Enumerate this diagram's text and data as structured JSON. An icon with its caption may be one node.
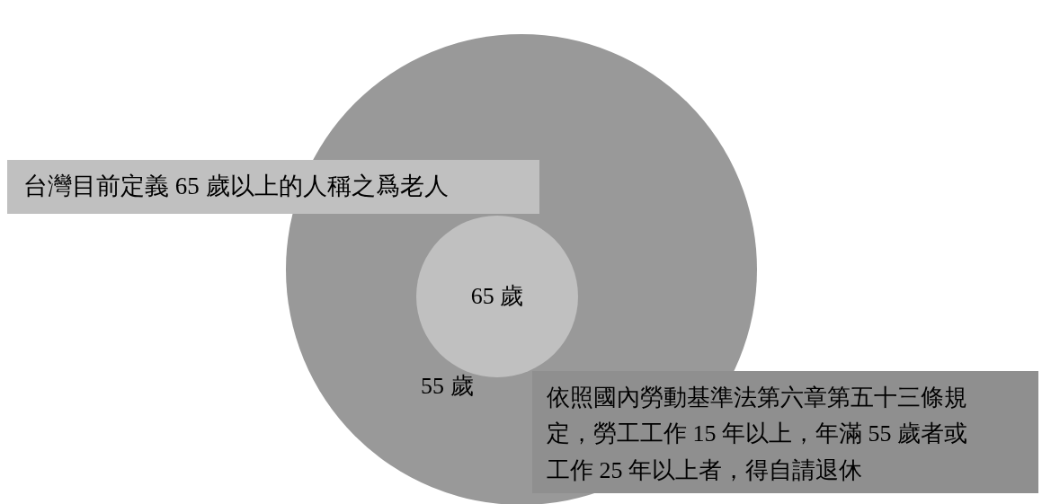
{
  "diagram": {
    "nodes": [
      {
        "text": [
          "55 歲"
        ]
      },
      {
        "text": [
          "65 歲"
        ],
        "in": 0
      },
      {
        "text": [
          "台灣目前定義 65 歲以上的人稱之爲老人"
        ]
      },
      {
        "text": [
          "依照國內勞動基準法第六章第五十三條規定，勞工工作 15 年以上，年滿 55 歲者或工作 25 年以上者，得自請退休"
        ]
      }
    ]
  }
}
